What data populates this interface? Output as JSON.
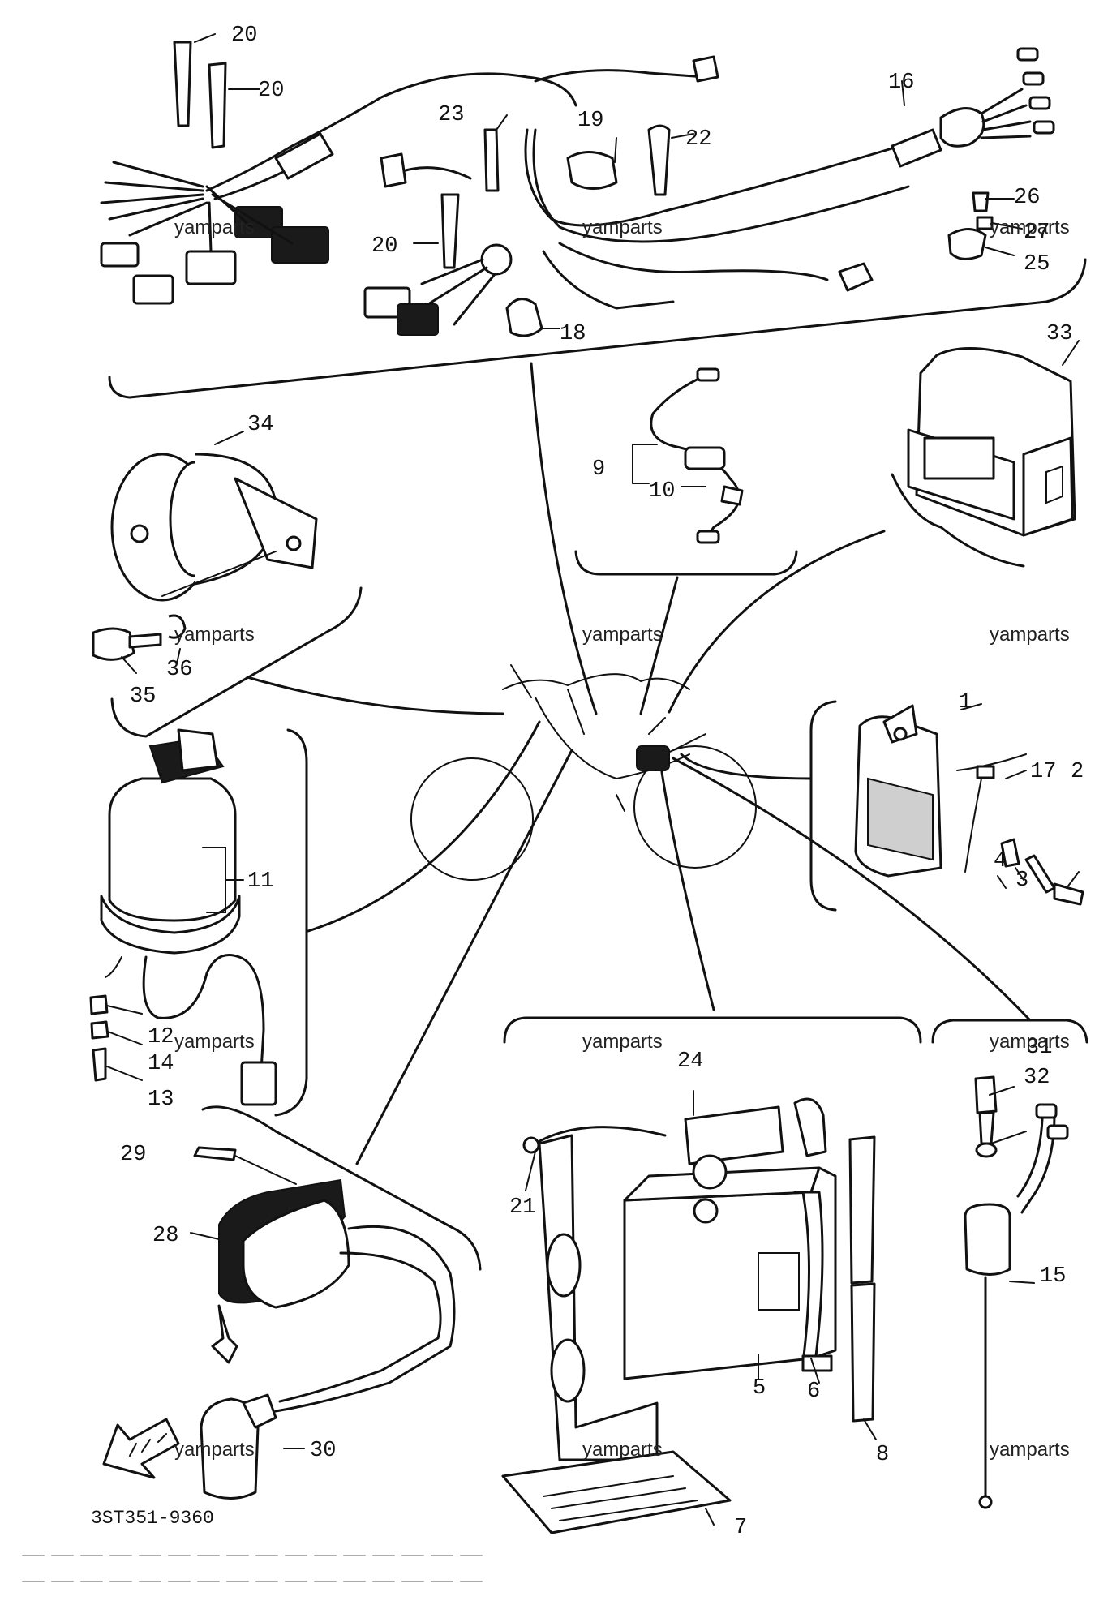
{
  "diagram": {
    "code": "3ST351-9360",
    "watermark": "yamparts",
    "labels": {
      "p1": "1",
      "p2": "2",
      "p3": "3",
      "p4": "4",
      "p5": "5",
      "p6": "6",
      "p7": "7",
      "p8": "8",
      "p9": "9",
      "p10": "10",
      "p11": "11",
      "p12": "12",
      "p13": "13",
      "p14": "14",
      "p15": "15",
      "p16": "16",
      "p17": "17",
      "p18": "18",
      "p19": "19",
      "p20": "20",
      "p21": "21",
      "p22": "22",
      "p23": "23",
      "p24": "24",
      "p25": "25",
      "p26": "26",
      "p27": "27",
      "p28": "28",
      "p29": "29",
      "p30": "30",
      "p31": "31",
      "p32": "32",
      "p33": "33",
      "p34": "34",
      "p35": "35",
      "p36": "36"
    }
  }
}
